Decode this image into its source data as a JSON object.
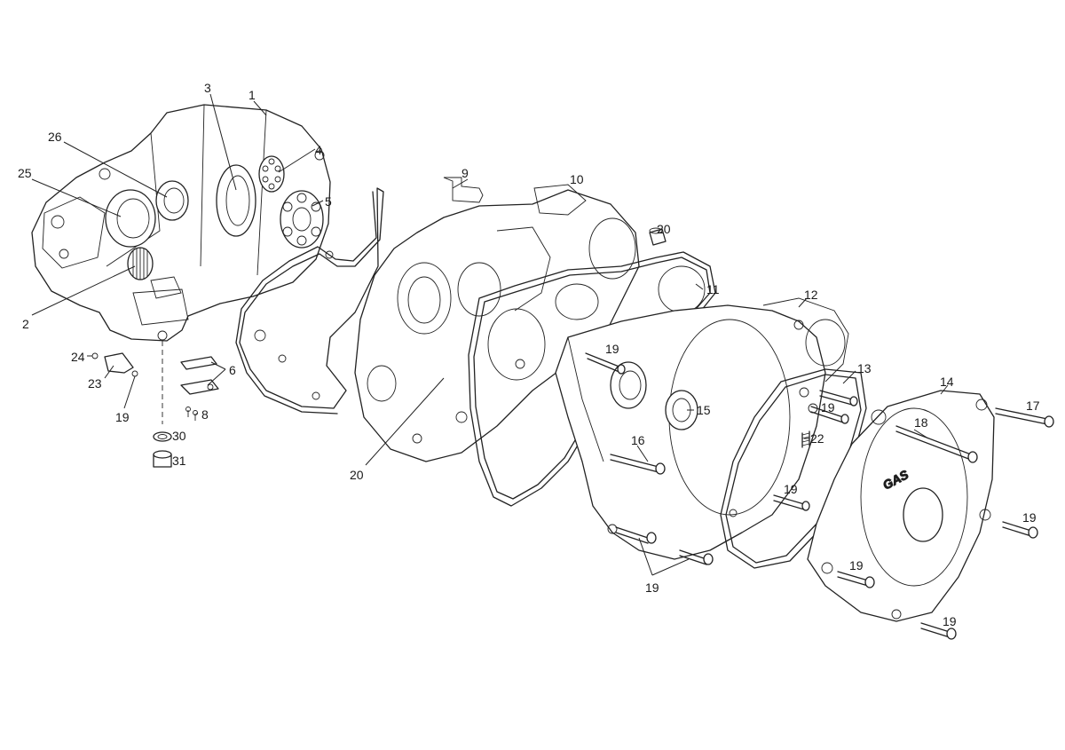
{
  "callouts": [
    {
      "id": "c1",
      "text": "1"
    },
    {
      "id": "c2",
      "text": "2"
    },
    {
      "id": "c3",
      "text": "3"
    },
    {
      "id": "c4",
      "text": "4"
    },
    {
      "id": "c5",
      "text": "5"
    },
    {
      "id": "c6",
      "text": "6"
    },
    {
      "id": "c8",
      "text": "8"
    },
    {
      "id": "c9",
      "text": "9"
    },
    {
      "id": "c10",
      "text": "10"
    },
    {
      "id": "c11",
      "text": "11"
    },
    {
      "id": "c12",
      "text": "12"
    },
    {
      "id": "c13",
      "text": "13"
    },
    {
      "id": "c14",
      "text": "14"
    },
    {
      "id": "c15",
      "text": "15"
    },
    {
      "id": "c16",
      "text": "16"
    },
    {
      "id": "c17",
      "text": "17"
    },
    {
      "id": "c18",
      "text": "18"
    },
    {
      "id": "c19a",
      "text": "19"
    },
    {
      "id": "c19b",
      "text": "19"
    },
    {
      "id": "c19c",
      "text": "19"
    },
    {
      "id": "c19d",
      "text": "19"
    },
    {
      "id": "c19e",
      "text": "19"
    },
    {
      "id": "c19f",
      "text": "19"
    },
    {
      "id": "c19g",
      "text": "19"
    },
    {
      "id": "c19h",
      "text": "19"
    },
    {
      "id": "c20a",
      "text": "20"
    },
    {
      "id": "c20b",
      "text": "20"
    },
    {
      "id": "c22",
      "text": "22"
    },
    {
      "id": "c23",
      "text": "23"
    },
    {
      "id": "c24",
      "text": "24"
    },
    {
      "id": "c25",
      "text": "25"
    },
    {
      "id": "c26",
      "text": "26"
    },
    {
      "id": "c30",
      "text": "30"
    },
    {
      "id": "c31",
      "text": "31"
    }
  ],
  "cover_logo": "GAS"
}
